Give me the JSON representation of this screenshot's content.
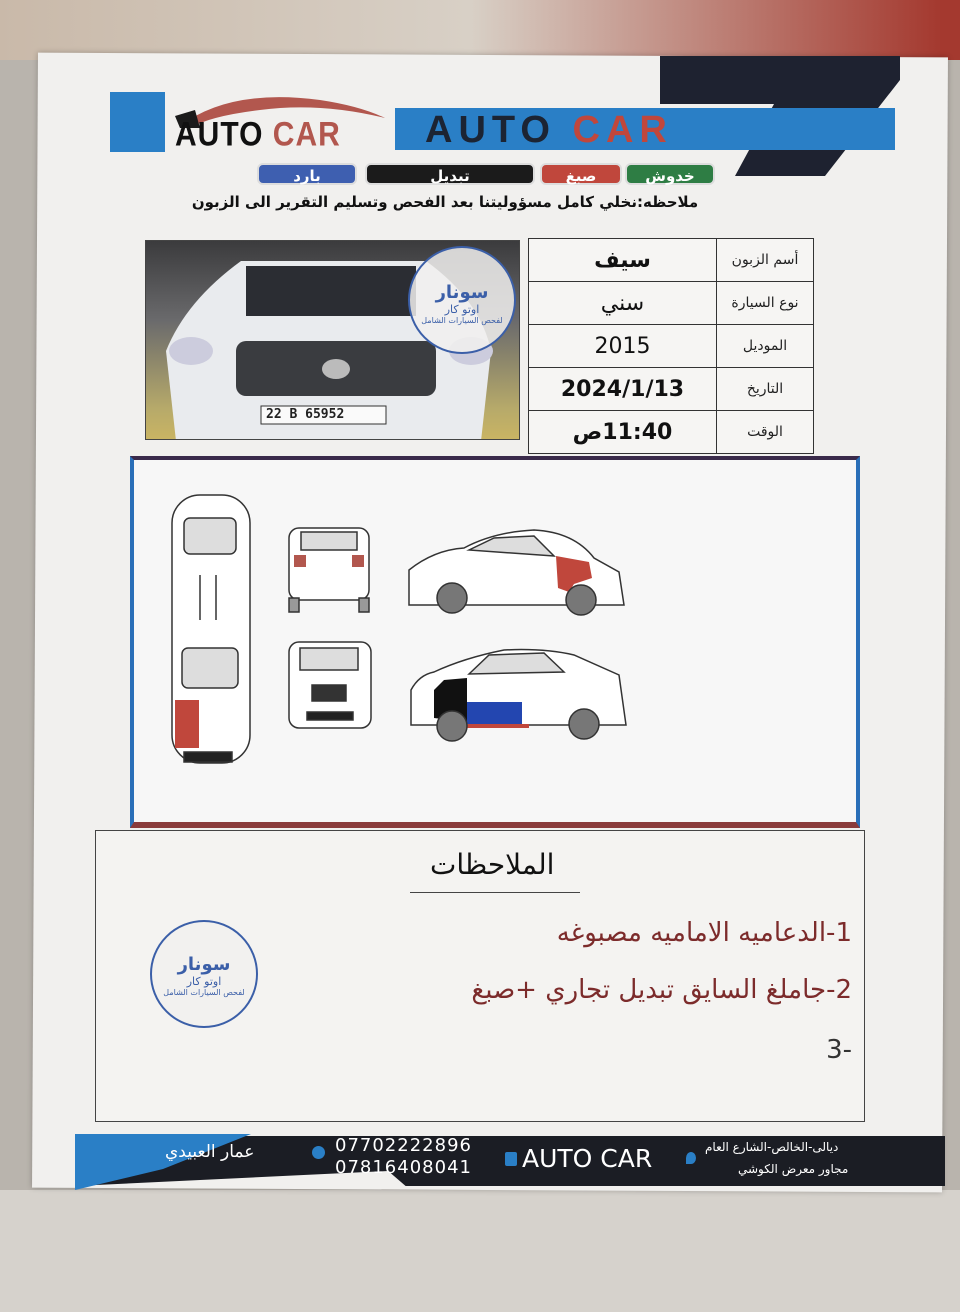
{
  "header": {
    "logo_text_1": "AUTO",
    "logo_text_2": "CAR",
    "band_text_1": "AUTO",
    "band_text_2": "CAR",
    "legend": [
      {
        "label": "خدوش",
        "color": "#2e7d44"
      },
      {
        "label": "صبغ",
        "color": "#c0473c"
      },
      {
        "label": "تبديل",
        "color": "#1b1b1b"
      },
      {
        "label": "بارد",
        "color": "#3e5fb0"
      }
    ],
    "note": "ملاحظه:نخلي كامل مسؤوليتنا بعد الفحص وتسليم التقرير الى الزبون"
  },
  "photo": {
    "plate": "22 B 65952"
  },
  "info_table": [
    {
      "label": "أسم الزبون",
      "value": "سيف"
    },
    {
      "label": "نوع السيارة",
      "value": "سني"
    },
    {
      "label": "الموديل",
      "value": "2015"
    },
    {
      "label": "التاريخ",
      "value": "2024/1/13"
    },
    {
      "label": "الوقت",
      "value": "11:40ص"
    }
  ],
  "stamp": {
    "line1": "سونار",
    "line2": "اوتو كار",
    "line3": "لفحص السيارات الشامل"
  },
  "diagram": {
    "colors": {
      "paint": "#c0473c",
      "replaced": "#111111",
      "cold": "#2346b0"
    }
  },
  "notes": {
    "title": "الملاحظات",
    "items": [
      "1-الدعاميه الاماميه مصبوغه",
      "2-جاملغ السايق تبديل تجاري +صبغ",
      "-3"
    ]
  },
  "footer": {
    "name": "عمار العبيدي",
    "phone1": "07702222896",
    "phone2": "07816408041",
    "brand": "AUTO CAR",
    "address1": "ديالى-الخالص-الشارع العام",
    "address2": "مجاور معرض الكوشي"
  }
}
